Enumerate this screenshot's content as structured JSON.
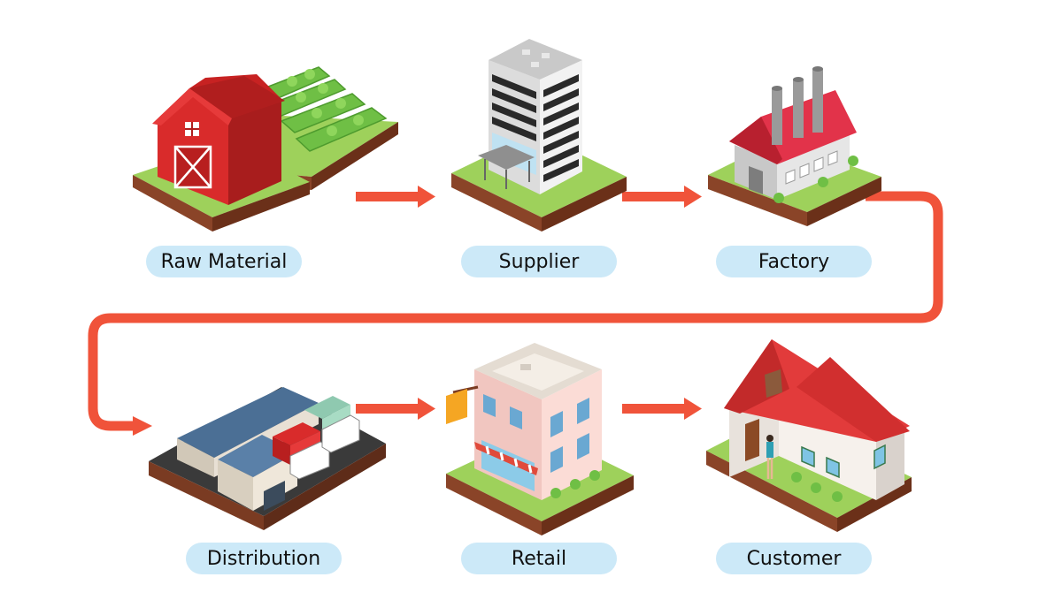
{
  "colors": {
    "arrow": "#f0533a",
    "label_bg": "#cce9f8",
    "grass": "#9ed15b",
    "soil": "#7a3b22",
    "roof_red": "#e23b3b",
    "roof_blue": "#4b6f95"
  },
  "stages": [
    {
      "id": "raw-material",
      "label": "Raw Material",
      "icon": "barn-with-crop-field"
    },
    {
      "id": "supplier",
      "label": "Supplier",
      "icon": "office-tower"
    },
    {
      "id": "factory",
      "label": "Factory",
      "icon": "factory-with-chimneys"
    },
    {
      "id": "distribution",
      "label": "Distribution",
      "icon": "warehouse-with-trucks"
    },
    {
      "id": "retail",
      "label": "Retail",
      "icon": "retail-shop-building"
    },
    {
      "id": "customer",
      "label": "Customer",
      "icon": "house-with-person"
    }
  ],
  "flow": [
    {
      "from": "raw-material",
      "to": "supplier"
    },
    {
      "from": "supplier",
      "to": "factory"
    },
    {
      "from": "factory",
      "to": "distribution"
    },
    {
      "from": "distribution",
      "to": "retail"
    },
    {
      "from": "retail",
      "to": "customer"
    }
  ]
}
